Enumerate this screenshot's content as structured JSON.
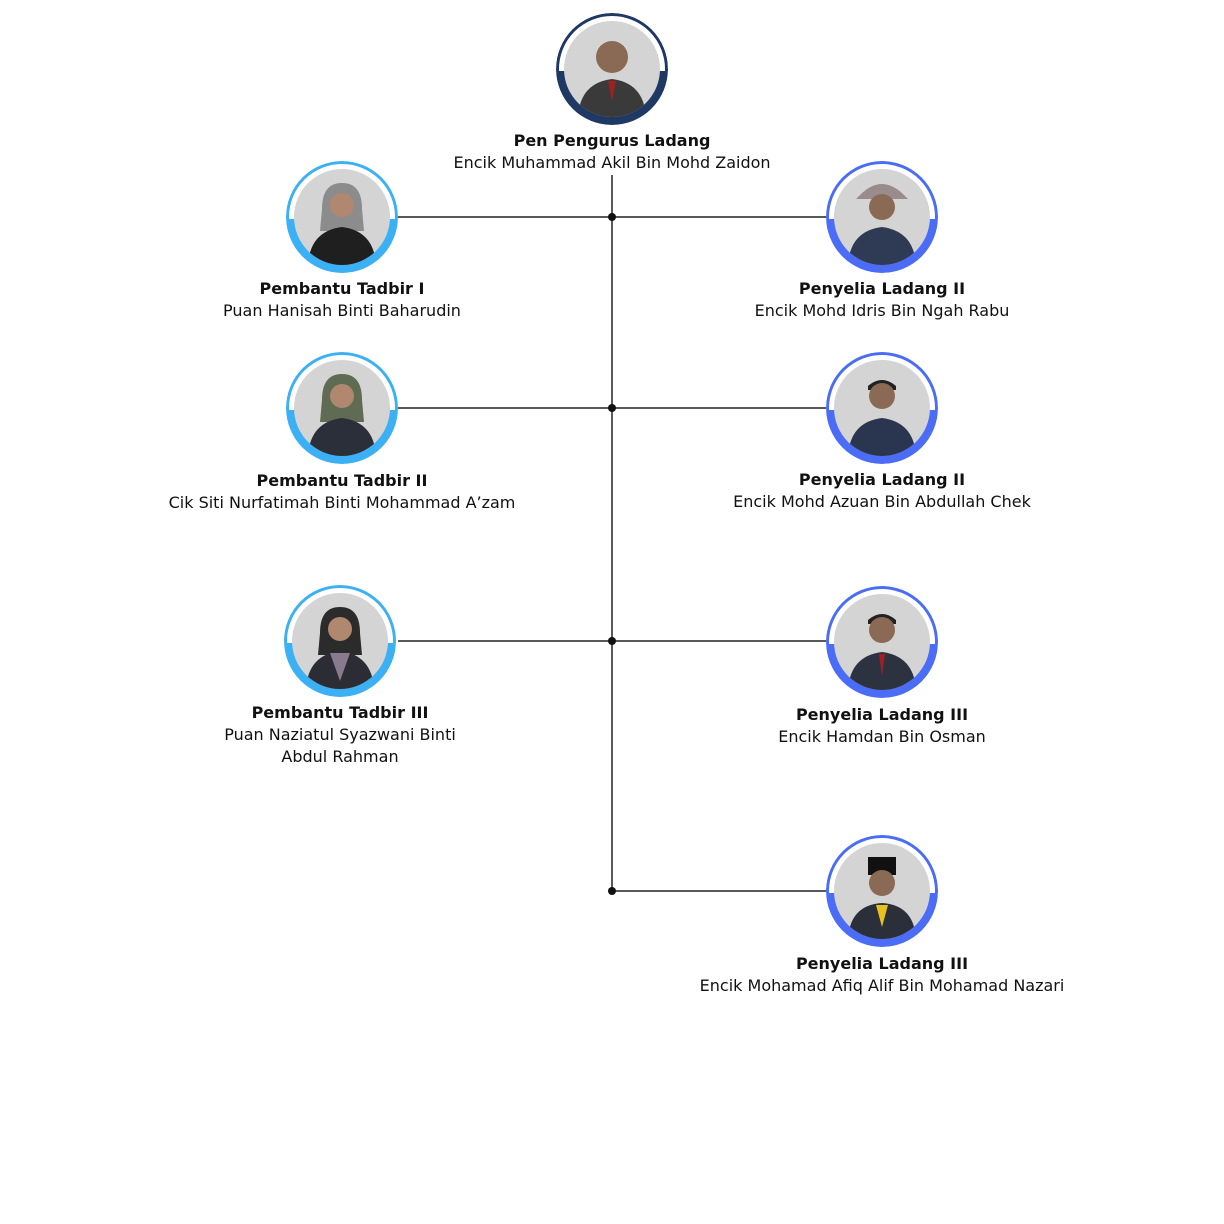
{
  "colors": {
    "top_ring": "#1f3864",
    "left_ring": "#3bb0f5",
    "right_ring": "#4a6cf7",
    "line": "#222222"
  },
  "top": {
    "role": "Pen Pengurus Ladang",
    "name": "Encik Muhammad Akil Bin Mohd Zaidon",
    "icon": "person-photo-icon"
  },
  "left": [
    {
      "role": "Pembantu Tadbir I",
      "name": "Puan Hanisah Binti Baharudin",
      "name2": "",
      "icon": "person-photo-icon"
    },
    {
      "role": "Pembantu Tadbir II",
      "name": "Cik Siti Nurfatimah Binti Mohammad A’zam",
      "name2": "",
      "icon": "person-photo-icon"
    },
    {
      "role": "Pembantu Tadbir III",
      "name": "Puan Naziatul Syazwani Binti",
      "name2": "Abdul Rahman",
      "icon": "person-photo-icon"
    }
  ],
  "right": [
    {
      "role": "Penyelia Ladang II",
      "name": "Encik Mohd Idris Bin Ngah Rabu",
      "icon": "person-photo-icon"
    },
    {
      "role": "Penyelia Ladang II",
      "name": "Encik Mohd Azuan Bin Abdullah Chek",
      "icon": "person-photo-icon"
    },
    {
      "role": "Penyelia Ladang III",
      "name": "Encik Hamdan Bin Osman",
      "icon": "person-photo-icon"
    },
    {
      "role": "Penyelia Ladang III",
      "name": "Encik Mohamad Afiq Alif Bin Mohamad Nazari",
      "icon": "person-photo-icon"
    }
  ]
}
